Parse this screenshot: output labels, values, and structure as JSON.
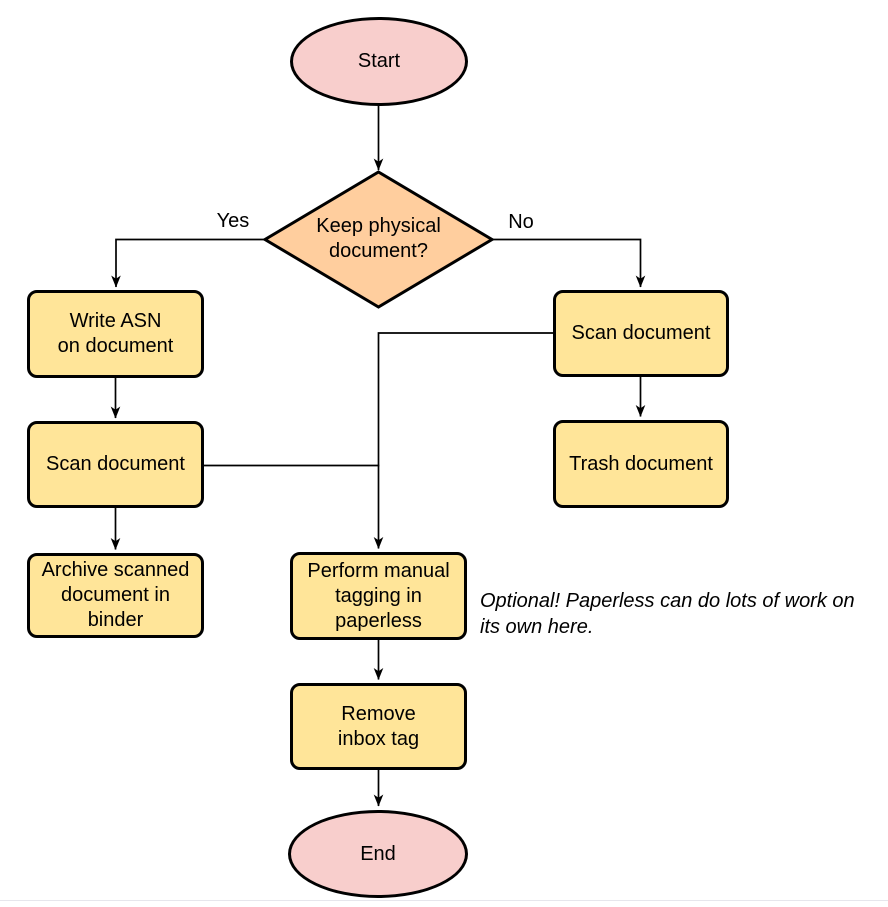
{
  "colors": {
    "terminal_fill": "#f8cecc",
    "decision_fill": "#ffce9e",
    "process_fill": "#ffe599",
    "shape_stroke": "#000000",
    "connector_stroke": "#000000",
    "text": "#000000",
    "bottom_divider": "#e6e6ec"
  },
  "nodes": {
    "start": {
      "label": "Start"
    },
    "decision": {
      "line1": "Keep physical",
      "line2": "document?"
    },
    "write_asn": {
      "line1": "Write ASN",
      "line2": "on document"
    },
    "scan_left": {
      "label": "Scan document"
    },
    "archive": {
      "line1": "Archive scanned",
      "line2": "document in",
      "line3": "binder"
    },
    "scan_right": {
      "label": "Scan document"
    },
    "trash": {
      "label": "Trash document"
    },
    "tagging": {
      "line1": "Perform manual",
      "line2": "tagging in",
      "line3": "paperless"
    },
    "remove_inbox": {
      "line1": "Remove",
      "line2": "inbox tag"
    },
    "end": {
      "label": "End"
    }
  },
  "edge_labels": {
    "yes": "Yes",
    "no": "No"
  },
  "annotation": {
    "line1": "Optional! Paperless can do lots of work on",
    "line2": "its own here."
  }
}
